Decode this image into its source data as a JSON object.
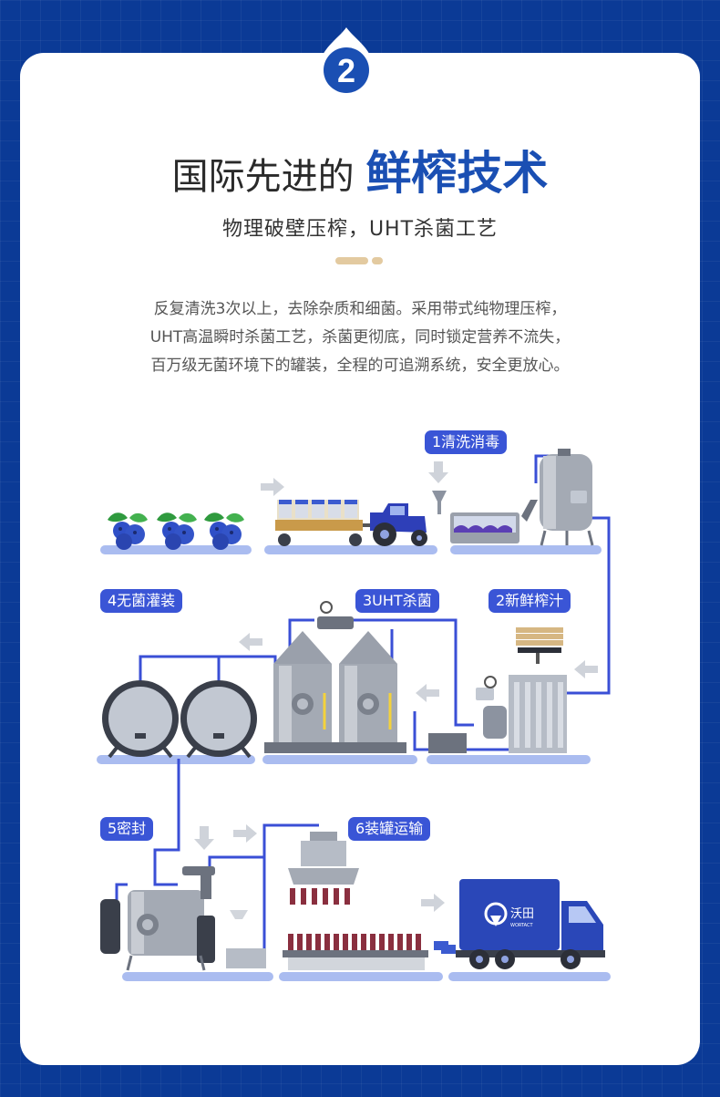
{
  "header": {
    "step_number": "2",
    "title_plain": "国际先进的",
    "title_highlight": "鲜榨技术",
    "subtitle": "物理破壁压榨，UHT杀菌工艺"
  },
  "description": {
    "lines": [
      "反复清洗3次以上，去除杂质和细菌。采用带式纯物理压榨，",
      "UHT高温瞬时杀菌工艺，杀菌更彻底，同时锁定营养不流失，",
      "百万级无菌环境下的罐装，全程的可追溯系统，安全更放心。"
    ]
  },
  "process": {
    "steps": [
      {
        "label": "1清洗消毒"
      },
      {
        "label": "2新鲜榨汁"
      },
      {
        "label": "3UHT杀菌"
      },
      {
        "label": "4无菌灌装"
      },
      {
        "label": "5密封"
      },
      {
        "label": "6装罐运输"
      }
    ],
    "truck_brand": "沃田",
    "truck_brand_sub": "WORTACT"
  },
  "colors": {
    "background": "#0b3a96",
    "accent": "#1a4fb3",
    "label_bg": "#3a55d6",
    "pipe": "#3a4fd6",
    "platform": "#aabcf0"
  },
  "icons": [
    "step-badge-icon",
    "blueberry-icon",
    "tractor-icon",
    "washer-tank-icon",
    "press-machine-icon",
    "uht-silo-icon",
    "sterile-tank-icon",
    "sealer-machine-icon",
    "filling-line-icon",
    "delivery-truck-icon",
    "flow-arrow-icon"
  ]
}
